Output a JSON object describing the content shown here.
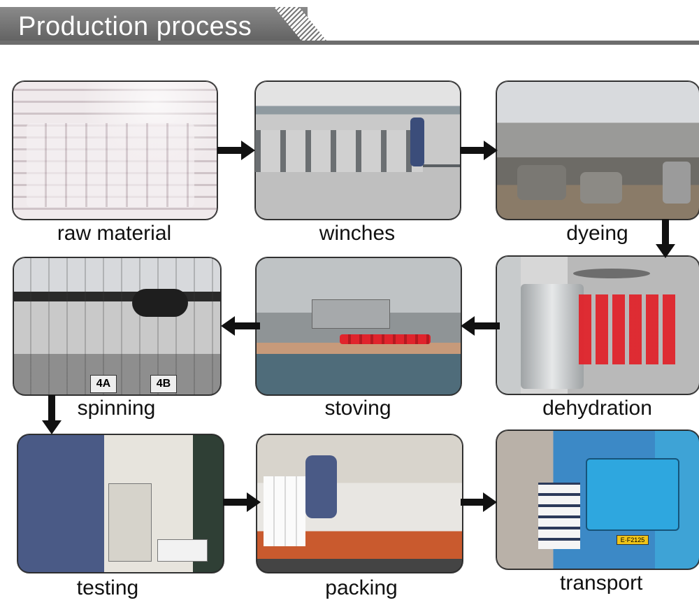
{
  "header": {
    "title": "Production process"
  },
  "steps": [
    {
      "label": "raw material",
      "photo_icon": "yarn-bales-photo"
    },
    {
      "label": "winches",
      "photo_icon": "winding-machines-photo"
    },
    {
      "label": "dyeing",
      "photo_icon": "dyeing-vats-photo"
    },
    {
      "label": "dehydration",
      "photo_icon": "dehydration-spools-photo"
    },
    {
      "label": "stoving",
      "photo_icon": "drying-oven-photo"
    },
    {
      "label": "spinning",
      "photo_icon": "spinning-frame-photo"
    },
    {
      "label": "testing",
      "photo_icon": "testing-equipment-photo"
    },
    {
      "label": "packing",
      "photo_icon": "packing-station-photo"
    },
    {
      "label": "transport",
      "photo_icon": "delivery-truck-photo"
    }
  ],
  "machine_tags": {
    "left": "4A",
    "right": "4B"
  },
  "truck_plate": "E·F2125",
  "colors": {
    "header": "#6d6d6d",
    "arrow": "#111111",
    "spool_red": "#e0242c"
  }
}
